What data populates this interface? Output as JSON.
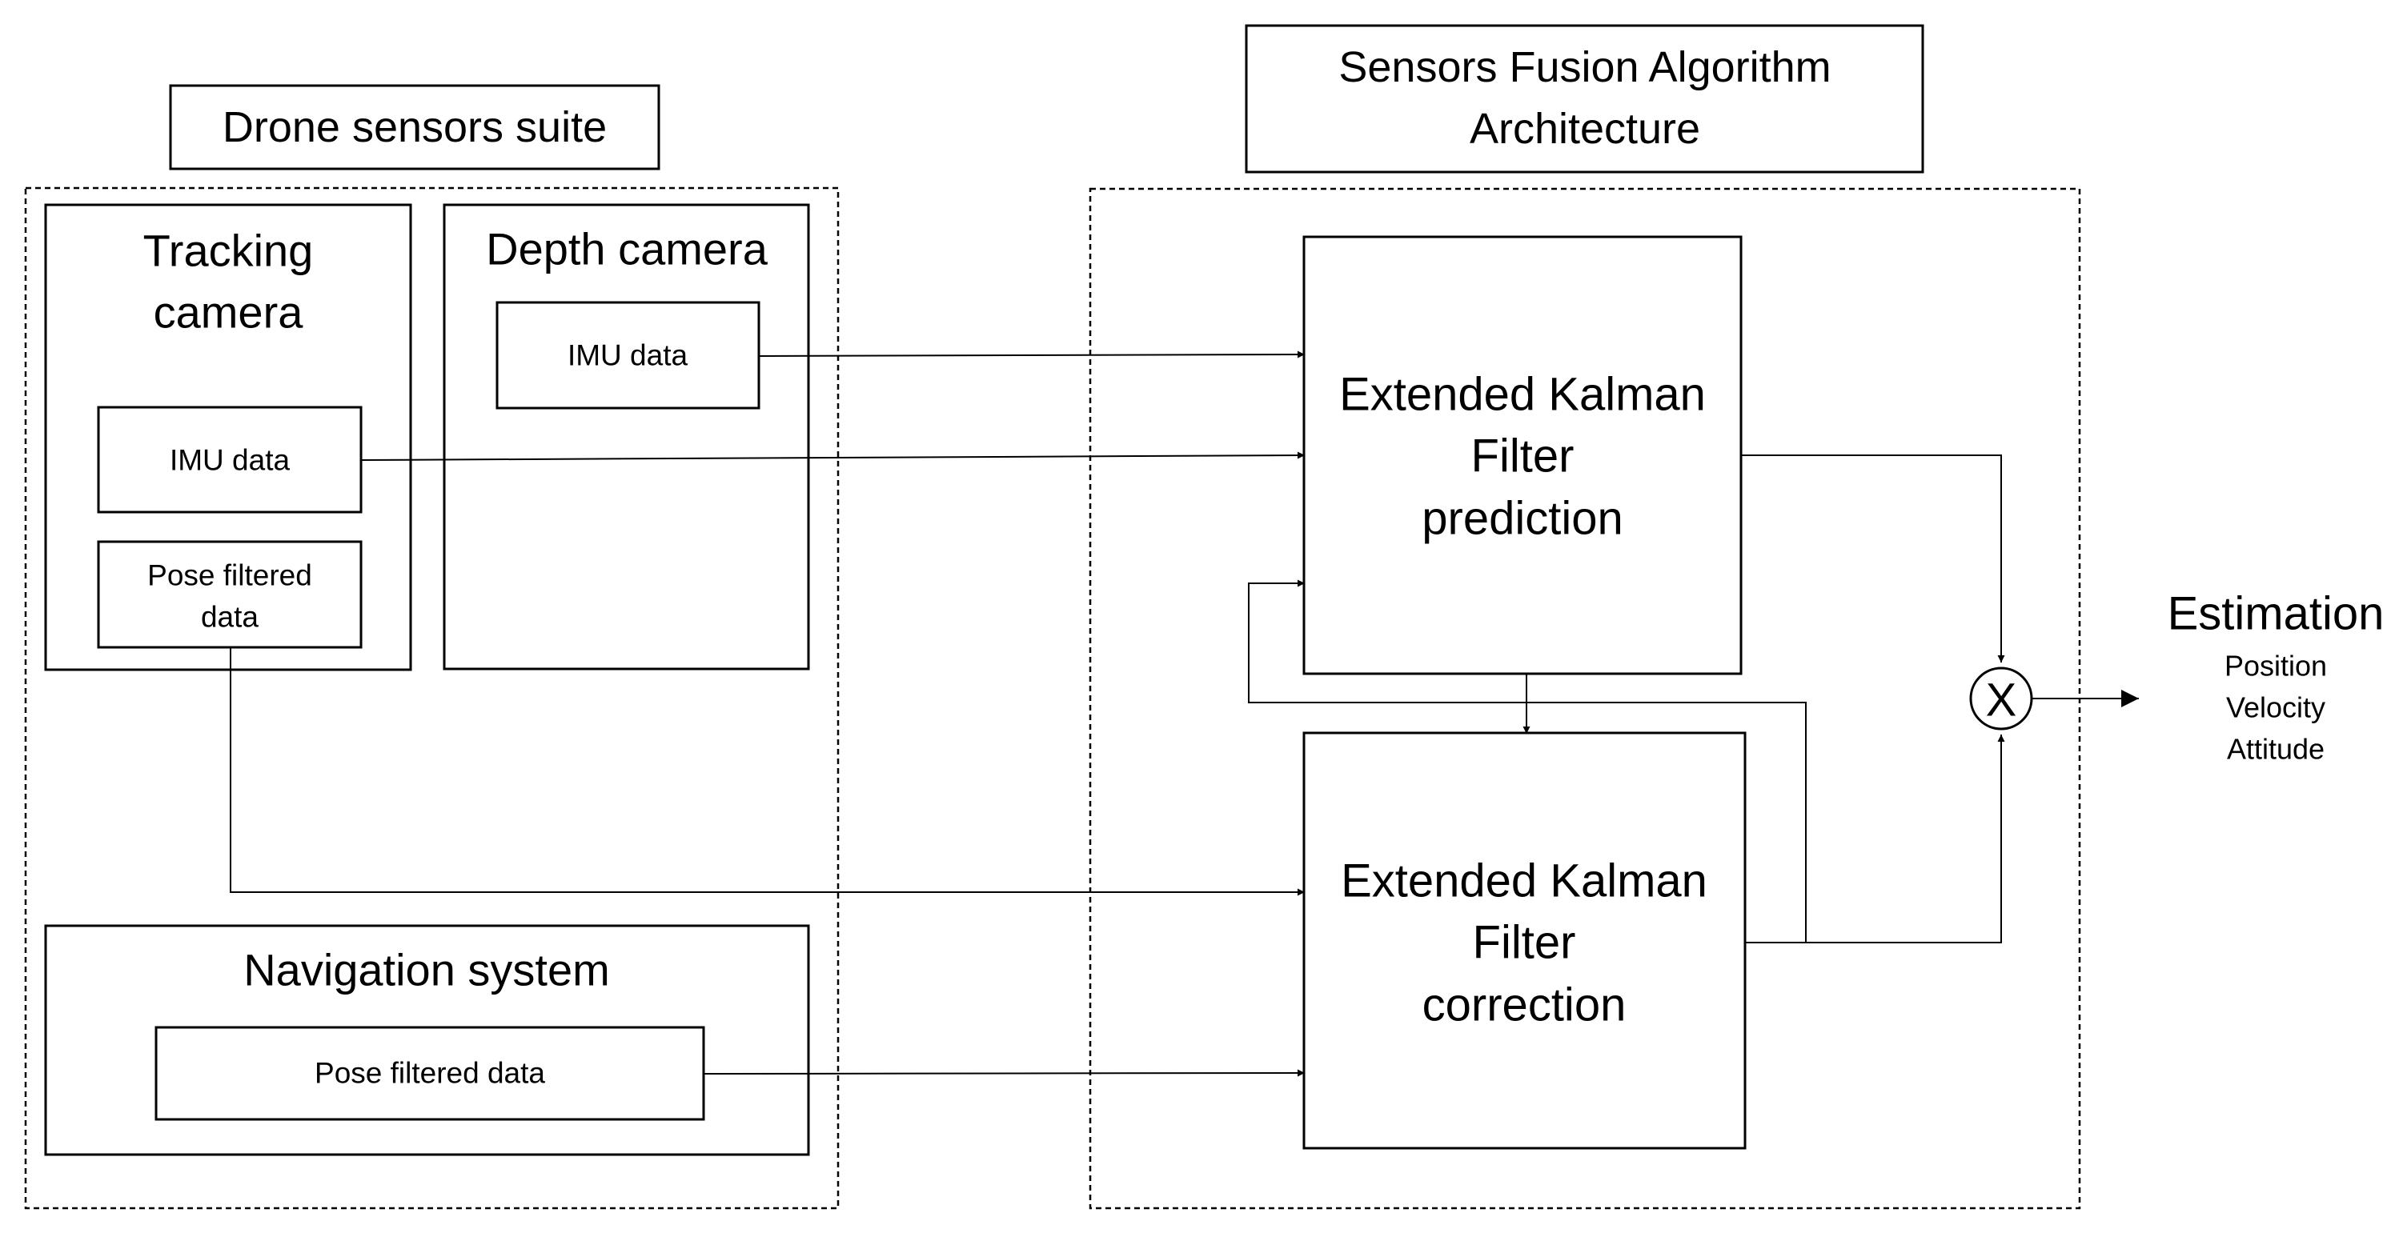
{
  "titles": {
    "drone_suite": "Drone sensors suite",
    "fusion_line1": "Sensors Fusion Algorithm",
    "fusion_line2": "Architecture"
  },
  "tracking_camera": {
    "title_line1": "Tracking",
    "title_line2": "camera",
    "imu_label": "IMU data",
    "pose_line1": "Pose filtered",
    "pose_line2": "data"
  },
  "depth_camera": {
    "title": "Depth camera",
    "imu_label": "IMU data"
  },
  "navigation_system": {
    "title": "Navigation system",
    "pose_label": "Pose filtered data"
  },
  "ekf_prediction": {
    "line1": "Extended Kalman",
    "line2": "Filter",
    "line3": "prediction"
  },
  "ekf_correction": {
    "line1": "Extended Kalman",
    "line2": "Filter",
    "line3": "correction"
  },
  "multiplier": {
    "symbol": "X"
  },
  "estimation": {
    "title": "Estimation",
    "items": [
      "Position",
      "Velocity",
      "Attitude"
    ]
  }
}
